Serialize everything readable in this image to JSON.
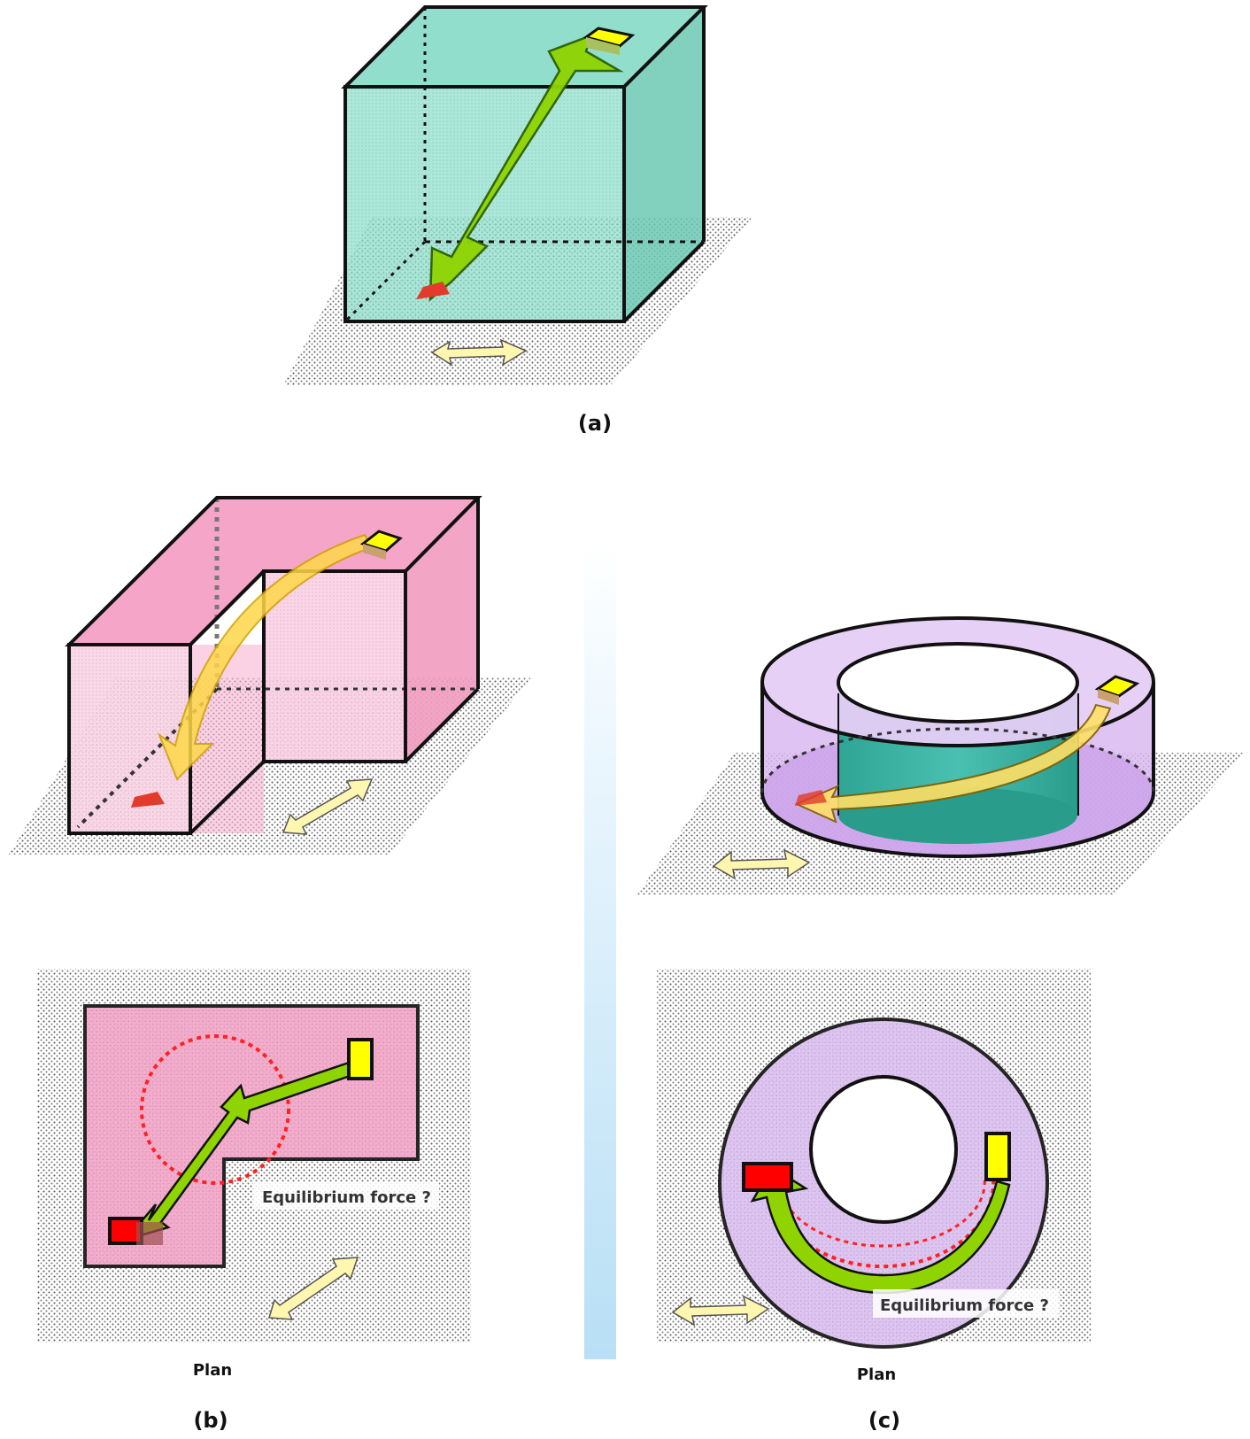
{
  "panels": {
    "a": {
      "caption": "(a)"
    },
    "b": {
      "caption": "(b)",
      "plan_label": "Plan",
      "annotation": "Equilibrium force ?"
    },
    "c": {
      "caption": "(c)",
      "plan_label": "Plan",
      "annotation": "Equilibrium force ?"
    }
  },
  "colors": {
    "cube_fill": "#7fd8c4",
    "l_shape_fill": "#f4a6c8",
    "ring_fill": "#d9b8f0",
    "inner_cylinder": "#3fb3a6",
    "force_arrow": "#8fd400",
    "resultant_arrow": "#ffe066",
    "stiffness_center": "#ffff00",
    "mass_center": "#ff0000",
    "divider": "#bfe3f7",
    "equilibrium_circle": "#ff2020"
  }
}
